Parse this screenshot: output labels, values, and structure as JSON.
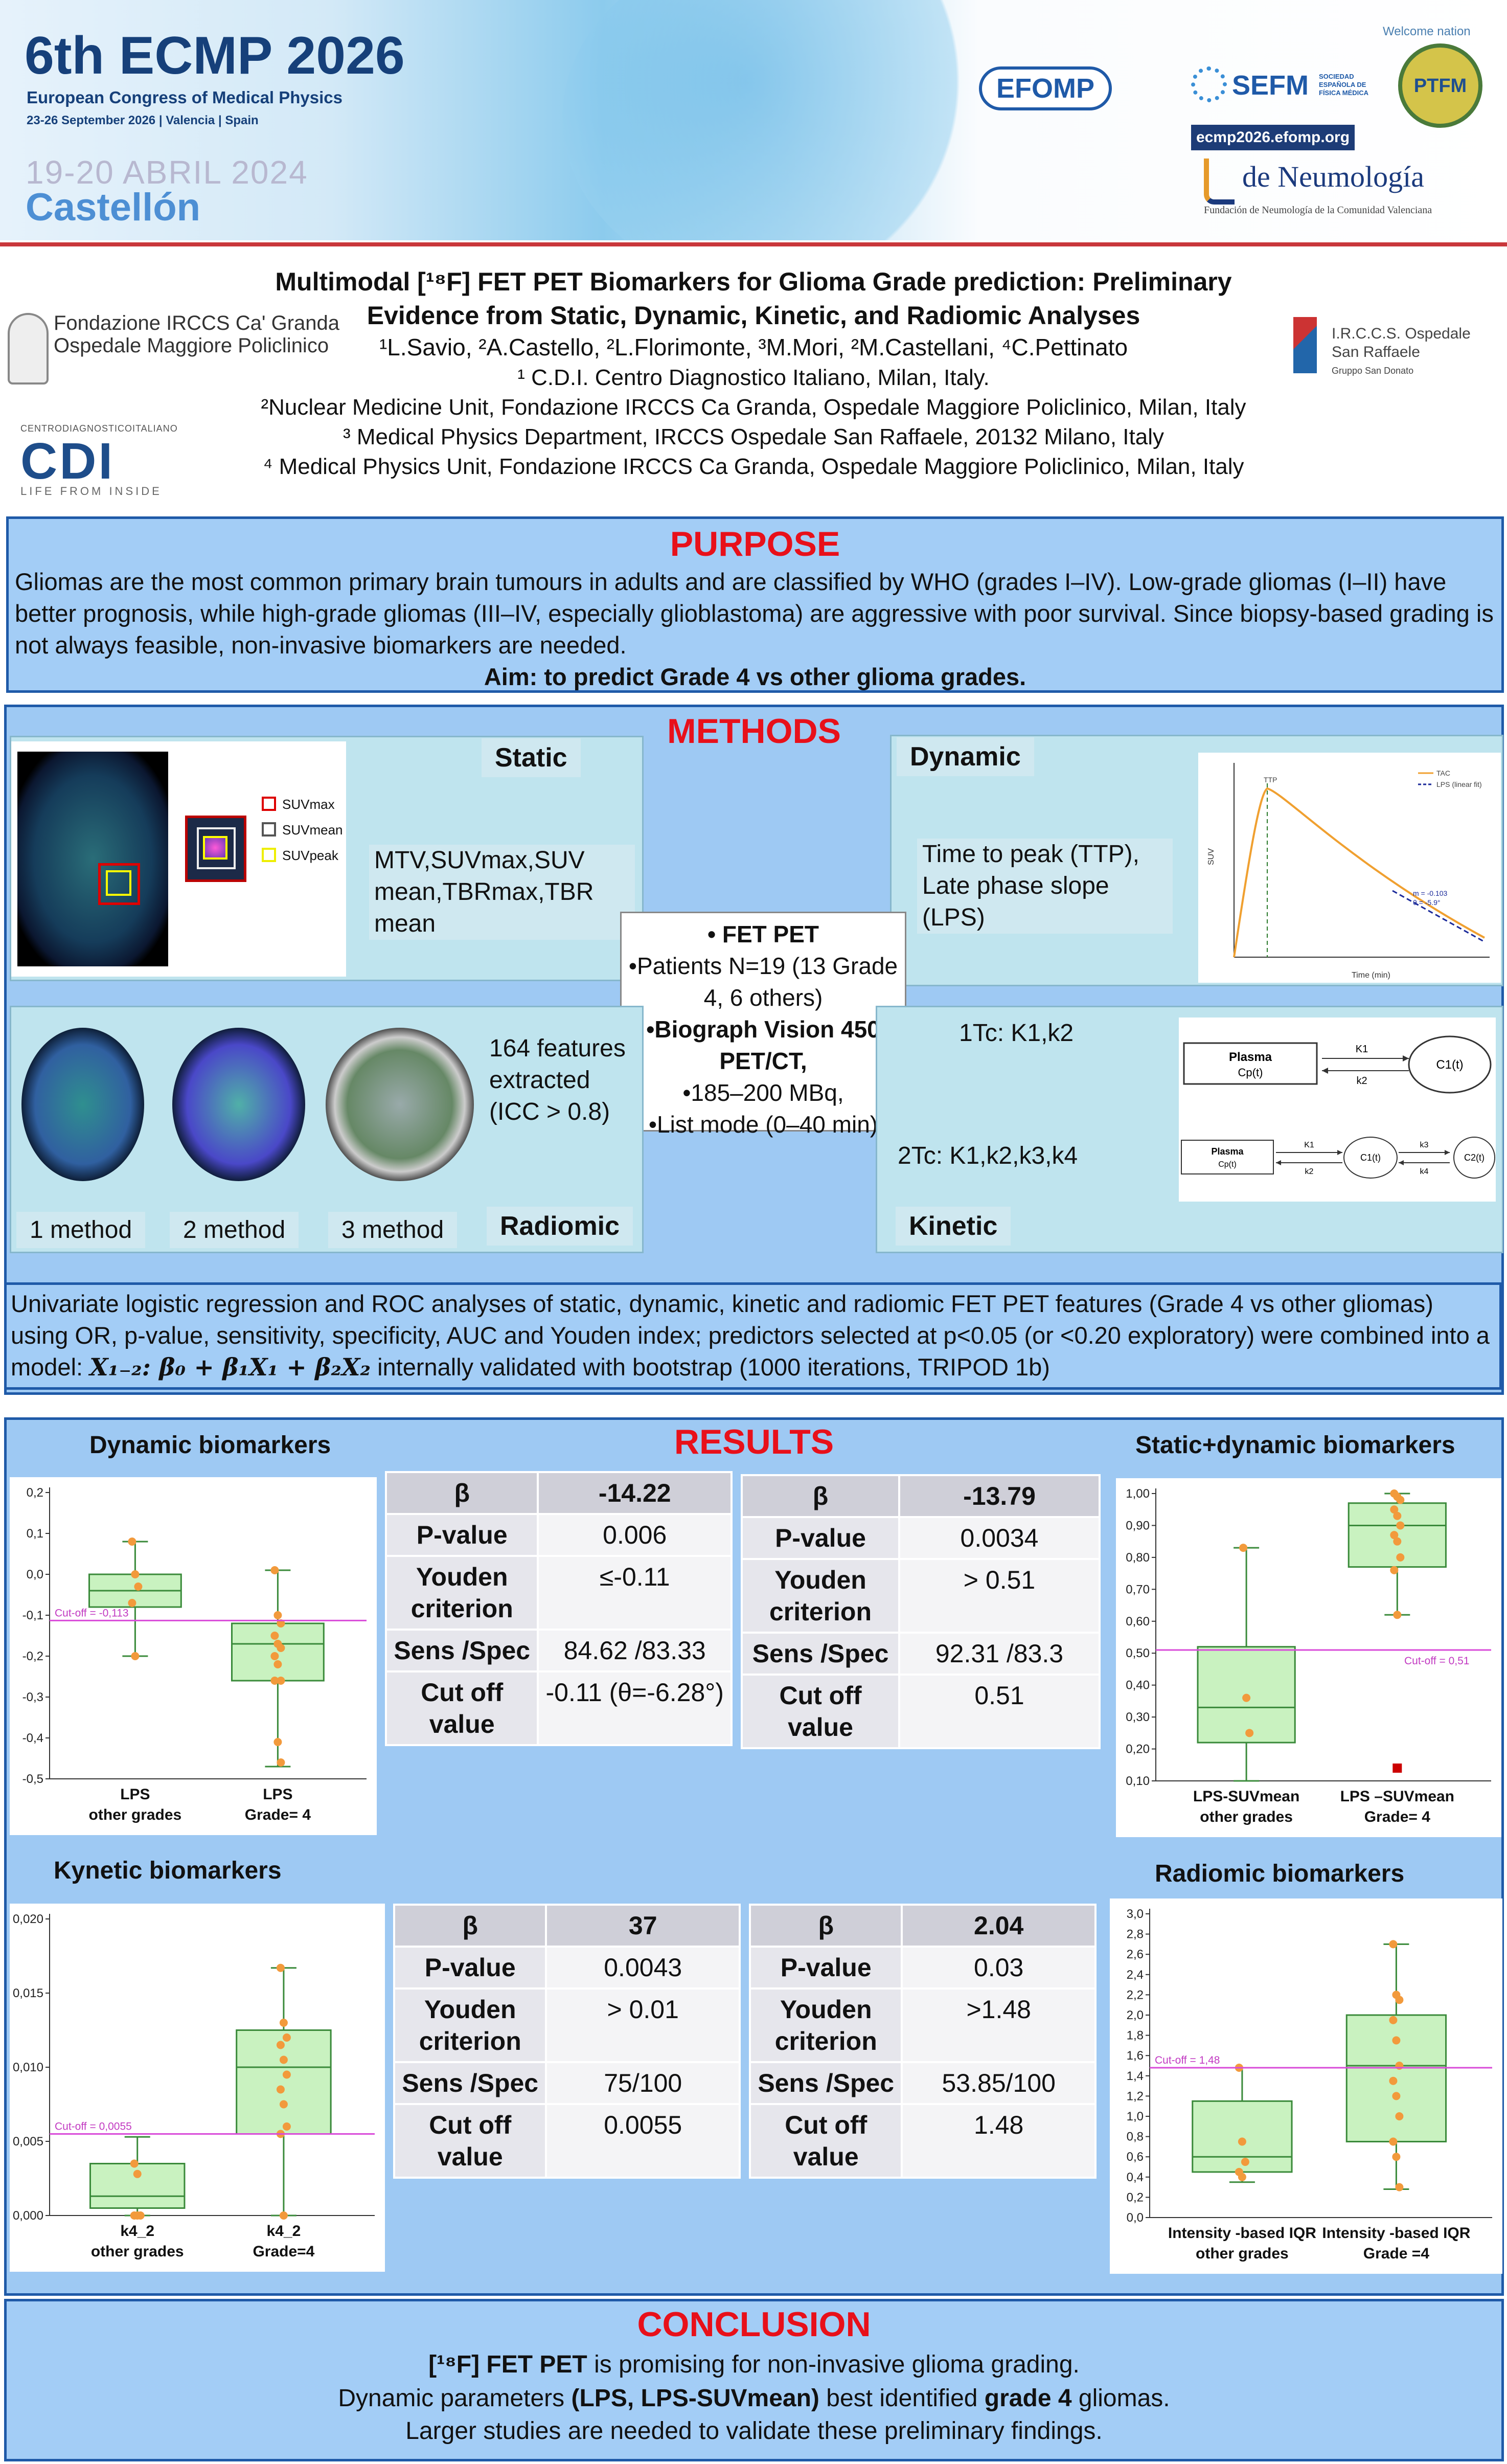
{
  "header": {
    "ecmp_title": "6th ECMP 2026",
    "ecmp_subtitle": "European Congress of Medical Physics",
    "ecmp_dates": "23-26 September 2026 | Valencia | Spain",
    "event_dates": "19-20 ABRIL 2024",
    "event_city": "Castellón",
    "efomp": "EFOMP",
    "sefm": "SEFM",
    "sefm_sub": "SOCIEDAD ESPAÑOLA DE FÍSICA MÉDICA",
    "url": "ecmp2026.efomp.org",
    "welcome": "Welcome nation",
    "ptfm": "PTFM",
    "neumologia": "de Neumología",
    "neumologia_sub": "Fundación de Neumología de la Comunidad Valenciana"
  },
  "title": {
    "line1": "Multimodal [¹⁸F] FET PET Biomarkers for Glioma Grade prediction: Preliminary",
    "line2": "Evidence from Static, Dynamic, Kinetic, and Radiomic Analyses",
    "authors": "¹L.Savio, ²A.Castello, ²L.Florimonte, ³M.Mori, ²M.Castellani, ⁴C.Pettinato",
    "aff1": "¹ C.D.I. Centro Diagnostico Italiano, Milan, Italy.",
    "aff2": "²Nuclear Medicine Unit, Fondazione IRCCS Ca Granda, Ospedale Maggiore Policlinico, Milan, Italy",
    "aff3": "³ Medical Physics Department, IRCCS Ospedale San Raffaele, 20132 Milano, Italy",
    "aff4": "⁴ Medical Physics Unit, Fondazione IRCCS Ca Granda, Ospedale Maggiore Policlinico, Milan, Italy"
  },
  "logos": {
    "policlinico_line1": "Fondazione IRCCS Ca' Granda",
    "policlinico_line2": "Ospedale Maggiore Policlinico",
    "cdi_small": "CENTRODIAGNOSTICOITALIANO",
    "cdi": "CDI",
    "cdi_sub": "LIFE FROM INSIDE",
    "hsr_line1": "I.R.C.C.S. Ospedale",
    "hsr_line2": "San Raffaele",
    "hsr_line3": "Gruppo San Donato"
  },
  "purpose": {
    "heading": "PURPOSE",
    "text": "Gliomas are the most common primary brain tumours in adults and are classified by WHO (grades I–IV). Low-grade gliomas (I–II) have better prognosis, while high-grade gliomas (III–IV, especially glioblastoma) are aggressive with poor survival. Since biopsy-based grading is not always feasible, non-invasive biomarkers are needed.",
    "aim": "Aim: to predict Grade 4 vs other glioma grades."
  },
  "methods": {
    "heading": "METHODS",
    "static_label": "Static",
    "static_features": "MTV,SUVmax,SUV mean,TBRmax,TBR mean",
    "suv_max": "SUVmax",
    "suv_mean": "SUVmean",
    "suv_peak": "SUVpeak",
    "dynamic_label": "Dynamic",
    "dynamic_features": "Time to peak (TTP), Late phase slope (LPS)",
    "tac_legend1": "TAC",
    "tac_legend2": "LPS (linear fit)",
    "tac_ttp": "TTP",
    "tac_m": "m = -0.103",
    "tac_theta": "θ = -5.9°",
    "tac_xlabel": "Time (min)",
    "tac_ylabel": "SUV",
    "fet_l1": "• FET PET",
    "fet_l2": "•Patients N=19 (13 Grade 4, 6 others)",
    "fet_l3": "•Biograph Vision 450 PET/CT,",
    "fet_l4": "•185–200 MBq,",
    "fet_l5": "•List mode (0–40 min)",
    "radiomic_features": "164 features extracted (ICC > 0.8)",
    "radiomic_label": "Radiomic",
    "method1": "1 method",
    "method2": "2 method",
    "method3": "3 method",
    "kinetic_1tc": "1Tc: K1,k2",
    "kinetic_2tc": "2Tc: K1,k2,k3,k4",
    "kinetic_label": "Kinetic",
    "plasma": "Plasma",
    "cp": "Cp(t)",
    "c1": "C1(t)",
    "c2": "C2(t)",
    "k1": "K1",
    "k2": "k2",
    "k3": "k3",
    "k4": "k4",
    "stats_text_a": "Univariate logistic regression and ROC analyses of static, dynamic, kinetic and radiomic FET PET features (Grade 4 vs other gliomas) using OR, p-value, sensitivity, specificity, AUC and Youden index; predictors selected at p<0.05 (or <0.20 exploratory) were combined into a model: ",
    "stats_model": "X₁₋₂: β₀ + β₁X₁ + β₂X₂",
    "stats_text_b": " internally validated with bootstrap (1000 iterations, TRIPOD 1b)"
  },
  "results": {
    "heading": "RESULTS",
    "dynamic_title": "Dynamic biomarkers",
    "static_dynamic_title": "Static+dynamic biomarkers",
    "kinetic_title": "Kynetic biomarkers",
    "radiomic_title": "Radiomic biomarkers",
    "row_labels": [
      "β",
      "P-value",
      "Youden criterion",
      "Sens /Spec",
      "Cut off value"
    ],
    "table_dynamic": [
      "-14.22",
      "0.006",
      "≤-0.11",
      "84.62 /83.33",
      "-0.11 (θ=-6.28°)"
    ],
    "table_static_dynamic": [
      "-13.79",
      "0.0034",
      "> 0.51",
      "92.31 /83.3",
      "0.51"
    ],
    "table_kinetic": [
      "37",
      "0.0043",
      "> 0.01",
      "75/100",
      "0.0055"
    ],
    "table_radiomic": [
      "2.04",
      "0.03",
      ">1.48",
      "53.85/100",
      "1.48"
    ]
  },
  "chart_data": [
    {
      "type": "box",
      "title": "Dynamic biomarkers",
      "categories": [
        "LPS other grades",
        "LPS Grade= 4"
      ],
      "ylim": [
        -0.5,
        0.2
      ],
      "yticks": [
        "0,2",
        "0,1",
        "0,0",
        "-0,1",
        "-0,2",
        "-0,3",
        "-0,4",
        "-0,5"
      ],
      "cutoff": -0.113,
      "cutoff_label": "Cut-off = -0,113",
      "boxes": [
        {
          "min": -0.2,
          "q1": -0.08,
          "median": -0.04,
          "q3": 0.0,
          "max": 0.08,
          "points": [
            0.08,
            0.0,
            -0.03,
            -0.07,
            -0.2
          ]
        },
        {
          "min": -0.47,
          "q1": -0.26,
          "median": -0.17,
          "q3": -0.12,
          "max": 0.01,
          "points": [
            0.01,
            -0.1,
            -0.12,
            -0.15,
            -0.17,
            -0.18,
            -0.2,
            -0.22,
            -0.26,
            -0.26,
            -0.41,
            -0.46
          ]
        }
      ]
    },
    {
      "type": "box",
      "title": "Static+dynamic biomarkers",
      "categories": [
        "LPS-SUVmean other grades",
        "LPS –SUVmean Grade= 4"
      ],
      "ylim": [
        0.1,
        1.0
      ],
      "yticks": [
        "1,00",
        "0,90",
        "0,80",
        "0,70",
        "0,60",
        "0,50",
        "0,40",
        "0,30",
        "0,20",
        "0,10"
      ],
      "cutoff": 0.51,
      "cutoff_label": "Cut-off = 0,51",
      "boxes": [
        {
          "min": 0.1,
          "q1": 0.22,
          "median": 0.33,
          "q3": 0.52,
          "max": 0.83,
          "points": [
            0.83,
            0.36,
            0.25
          ]
        },
        {
          "min": 0.62,
          "q1": 0.77,
          "median": 0.9,
          "q3": 0.97,
          "max": 1.0,
          "points": [
            1.0,
            0.99,
            0.98,
            0.95,
            0.93,
            0.9,
            0.87,
            0.85,
            0.8,
            0.76,
            0.62
          ]
        }
      ],
      "outlier": 0.14
    },
    {
      "type": "box",
      "title": "Kynetic biomarkers",
      "categories": [
        "k4_2 other grades",
        "k4_2 Grade=4"
      ],
      "ylim": [
        0.0,
        0.02
      ],
      "yticks": [
        "0,020",
        "0,015",
        "0,010",
        "0,005",
        "0,000"
      ],
      "cutoff": 0.0055,
      "cutoff_label": "Cut-off = 0,0055",
      "boxes": [
        {
          "min": 0.0,
          "q1": 0.0005,
          "median": 0.0013,
          "q3": 0.0035,
          "max": 0.0053,
          "points": [
            0.0035,
            0.0028,
            0.0,
            0.0,
            0.0
          ]
        },
        {
          "min": 0.0,
          "q1": 0.0055,
          "median": 0.01,
          "q3": 0.0125,
          "max": 0.0167,
          "points": [
            0.0167,
            0.013,
            0.012,
            0.0115,
            0.0105,
            0.0095,
            0.0085,
            0.0075,
            0.006,
            0.0055,
            0.0
          ]
        }
      ]
    },
    {
      "type": "box",
      "title": "Radiomic biomarkers",
      "categories": [
        "Intensity -based IQR other grades",
        "Intensity -based IQR Grade =4"
      ],
      "ylim": [
        0.0,
        3.0
      ],
      "yticks": [
        "3,0",
        "2,8",
        "2,6",
        "2,4",
        "2,2",
        "2,0",
        "1,8",
        "1,6",
        "1,4",
        "1,2",
        "1,0",
        "0,8",
        "0,6",
        "0,4",
        "0,2",
        "0,0"
      ],
      "cutoff": 1.48,
      "cutoff_label": "Cut-off = 1,48",
      "boxes": [
        {
          "min": 0.35,
          "q1": 0.45,
          "median": 0.6,
          "q3": 1.15,
          "max": 1.48,
          "points": [
            1.48,
            0.75,
            0.55,
            0.45,
            0.4
          ]
        },
        {
          "min": 0.28,
          "q1": 0.75,
          "median": 1.5,
          "q3": 2.0,
          "max": 2.7,
          "points": [
            2.7,
            2.2,
            2.15,
            1.95,
            1.75,
            1.5,
            1.35,
            1.2,
            1.0,
            0.75,
            0.6,
            0.3
          ]
        }
      ]
    }
  ],
  "conclusion": {
    "heading": "CONCLUSION",
    "l1_b": "[¹⁸F] FET PET",
    "l1": " is promising for non-invasive glioma grading.",
    "l2a": "Dynamic parameters ",
    "l2_b": "(LPS, LPS-SUVmean)",
    "l2b": " best identified ",
    "l2_c": "grade 4",
    "l2c": " gliomas.",
    "l3": "Larger studies are needed to validate these preliminary findings."
  },
  "colors": {
    "accent_red": "#e8101a",
    "section_bg": "#a3cdf6",
    "border_blue": "#1f5aa8",
    "box_fill": "#c9f2c0",
    "cutoff_line": "#d94bd9",
    "point": "#f29a3c"
  }
}
